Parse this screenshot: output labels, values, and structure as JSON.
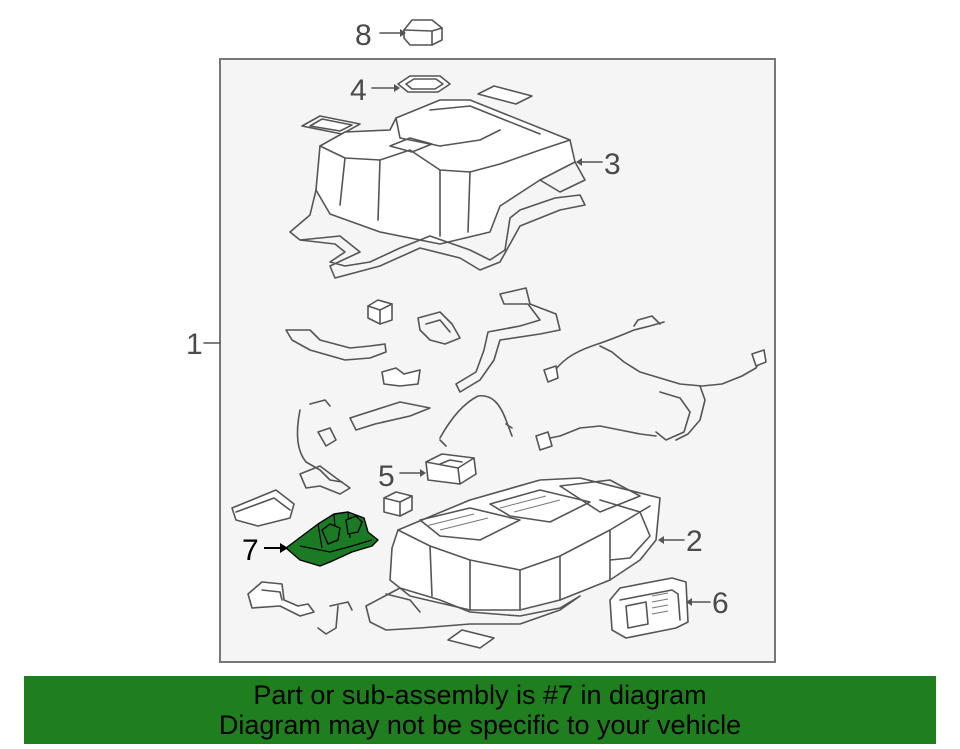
{
  "diagram": {
    "callouts": [
      {
        "id": "1",
        "label": "1"
      },
      {
        "id": "2",
        "label": "2"
      },
      {
        "id": "3",
        "label": "3"
      },
      {
        "id": "4",
        "label": "4"
      },
      {
        "id": "5",
        "label": "5"
      },
      {
        "id": "6",
        "label": "6"
      },
      {
        "id": "7",
        "label": "7",
        "highlighted": true
      },
      {
        "id": "8",
        "label": "8"
      }
    ],
    "highlight_color": "#1b7a24"
  },
  "banner": {
    "line1": "Part or sub-assembly is #7 in diagram",
    "line2": "Diagram may not be specific to your vehicle",
    "background": "#1f7f1f"
  }
}
